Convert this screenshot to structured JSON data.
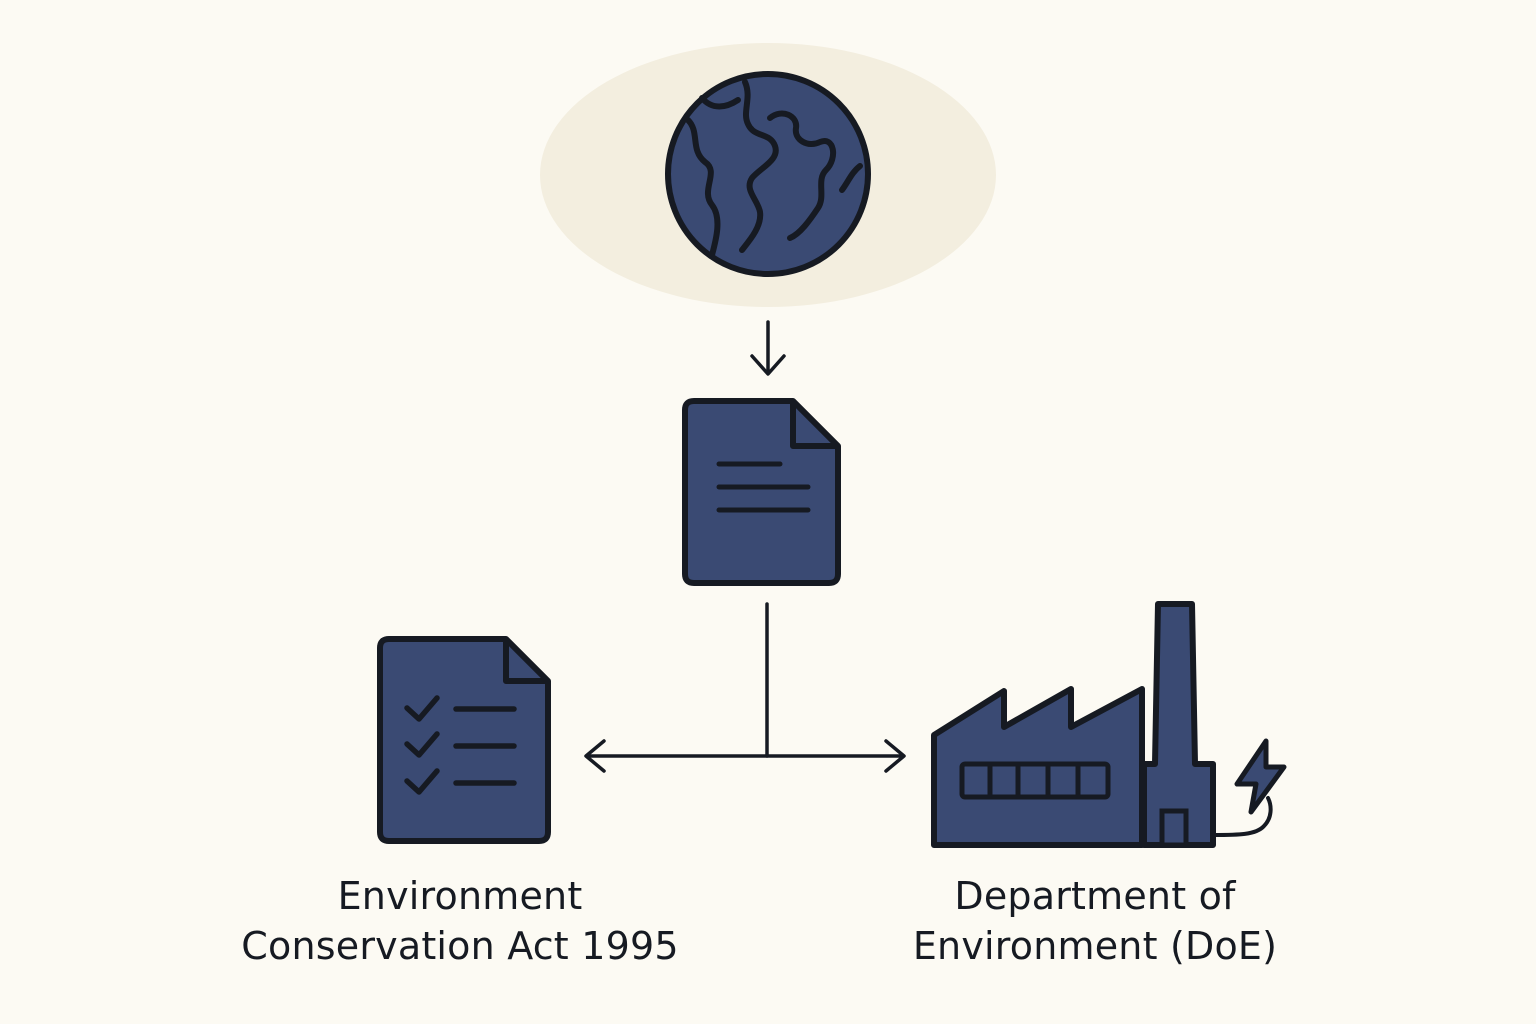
{
  "diagram": {
    "nodes": {
      "globe": {
        "icon": "globe-icon"
      },
      "document": {
        "icon": "document-icon"
      },
      "act": {
        "icon": "checklist-document-icon",
        "label_lines": [
          "Environment",
          "Conservation Act 1995"
        ]
      },
      "department": {
        "icon": "factory-icon",
        "label_lines": [
          "Department of",
          "Environment (DoE)"
        ]
      }
    },
    "edges": [
      {
        "from": "globe",
        "to": "document",
        "type": "arrow"
      },
      {
        "from": "document",
        "to": "act",
        "type": "arrow"
      },
      {
        "from": "document",
        "to": "department",
        "type": "arrow"
      }
    ]
  },
  "colors": {
    "background": "#fcfaf3",
    "halo": "#f3eedf",
    "icon_fill": "#3a4a73",
    "outline": "#161a22"
  }
}
